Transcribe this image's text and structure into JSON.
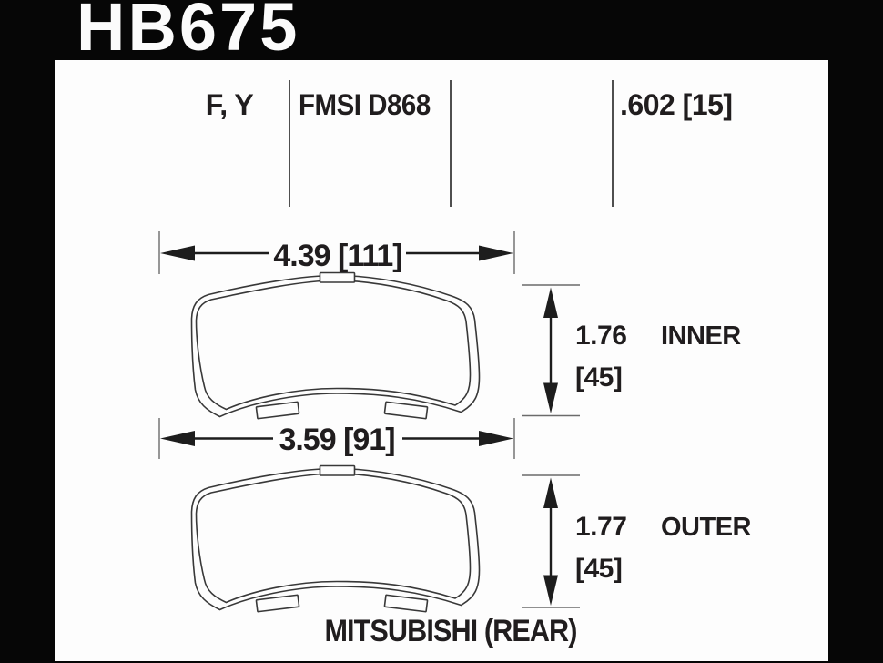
{
  "page": {
    "part_number": "HB675",
    "spec_row": {
      "compounds": "F, Y",
      "fmsi": "FMSI D868",
      "pad_depth": ".602 [15]"
    },
    "diagram": {
      "width_top": "4.39 [111]",
      "width_bottom": "3.59 [91]",
      "inner": {
        "value_in": "1.76",
        "value_mm": "[45]",
        "label": "INNER"
      },
      "outer": {
        "value_in": "1.77",
        "value_mm": "[45]",
        "label": "OUTER"
      },
      "application": "MITSUBISHI (REAR)"
    },
    "colors": {
      "background": "#060606",
      "panel": "#fdfdfd",
      "ink": "#201d1e",
      "line": "#383838"
    }
  }
}
